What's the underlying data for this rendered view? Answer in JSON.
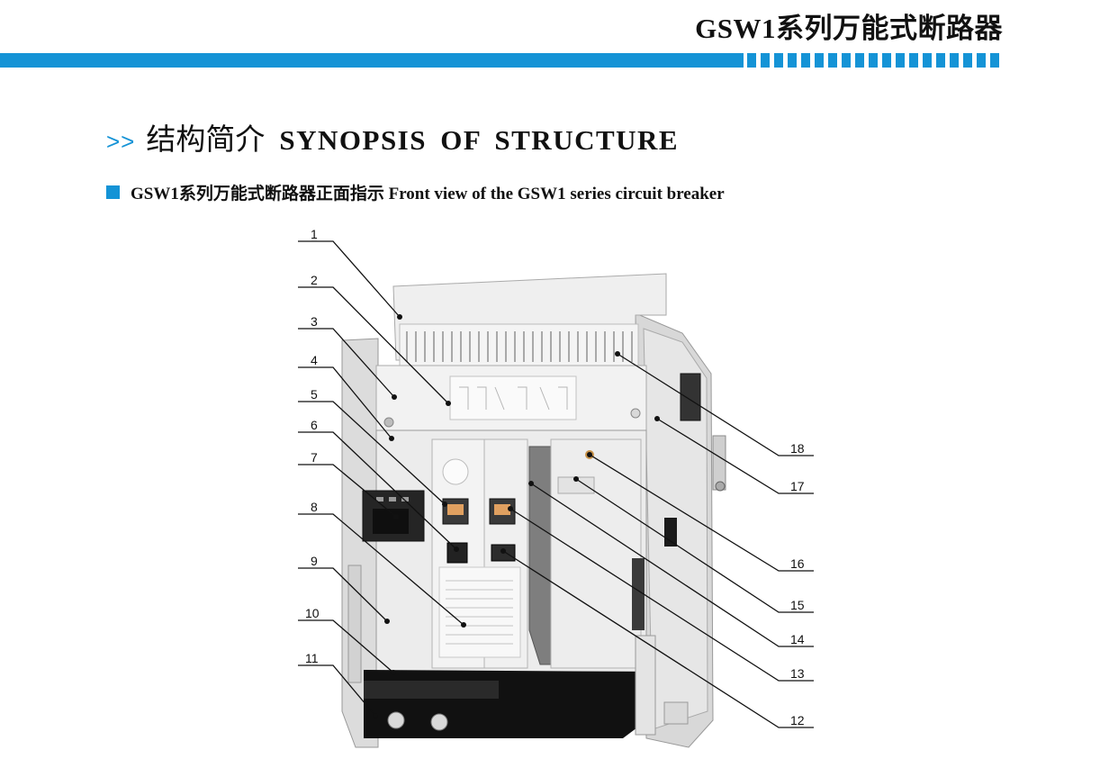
{
  "header": {
    "title": "GSW1系列万能式断路器"
  },
  "section": {
    "arrows": ">>",
    "title_cn": "结构简介",
    "title_en": "SYNOPSIS OF STRUCTURE"
  },
  "figure": {
    "caption": "GSW1系列万能式断路器正面指示 Front view of the GSW1 series circuit breaker",
    "callouts": [
      "1",
      "2",
      "3",
      "4",
      "5",
      "6",
      "7",
      "8",
      "9",
      "10",
      "11",
      "12",
      "13",
      "14",
      "15",
      "16",
      "17",
      "18"
    ]
  },
  "colors": {
    "accent": "#1493d6",
    "text": "#111111"
  }
}
